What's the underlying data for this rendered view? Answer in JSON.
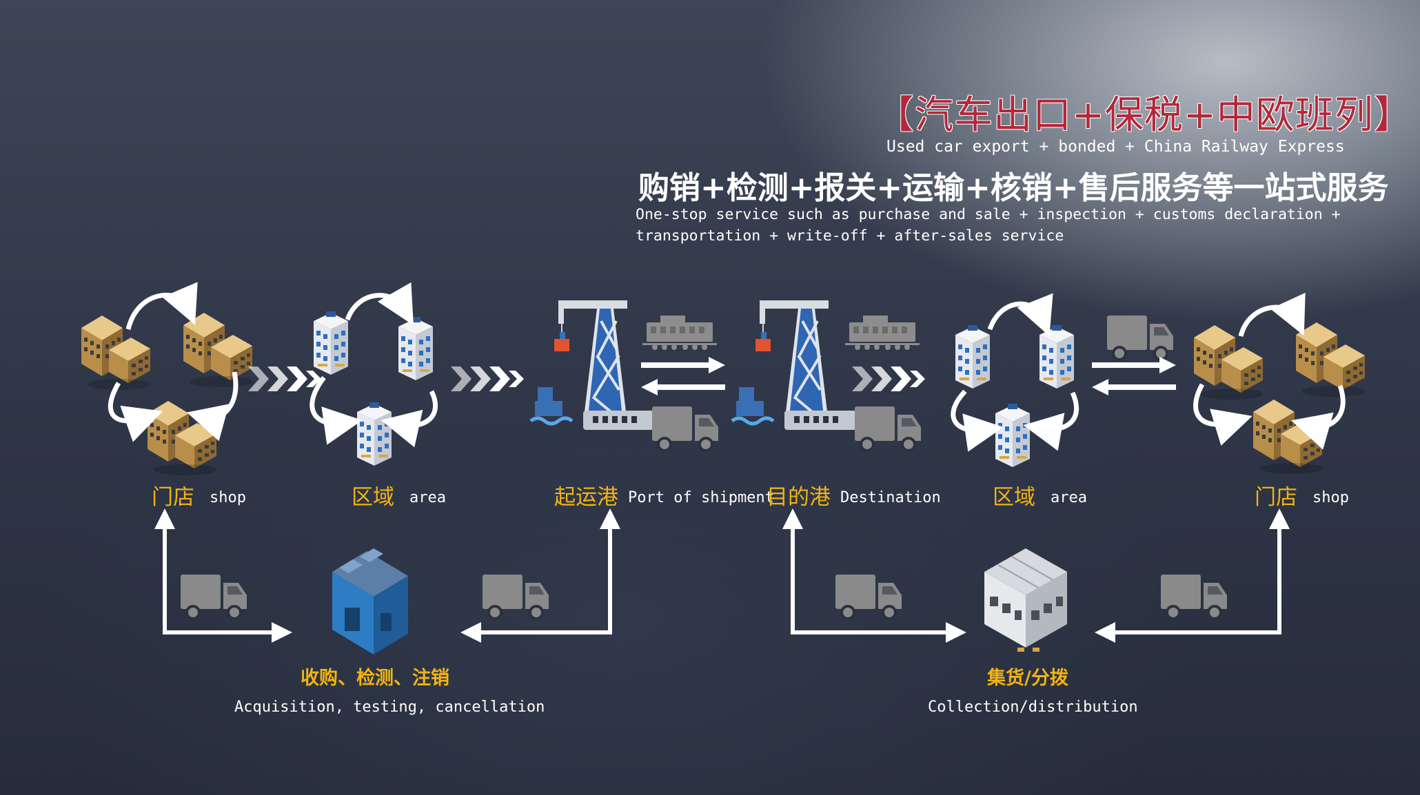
{
  "header": {
    "title_cn": "【汽车出口+保税+中欧班列】",
    "title_en": "Used car export + bonded + China Railway Express",
    "subtitle_cn": "购销+检测+报关+运输+核销+售后服务等一站式服务",
    "subtitle_en": "One-stop service such as purchase and sale + inspection + customs declaration + transportation + write-off + after-sales service"
  },
  "nodes": [
    {
      "cn": "门店",
      "en": "shop"
    },
    {
      "cn": "区域",
      "en": "area"
    },
    {
      "cn": "起运港",
      "en": "Port of shipment"
    },
    {
      "cn": "目的港",
      "en": "Destination"
    },
    {
      "cn": "区域",
      "en": "area"
    },
    {
      "cn": "门店",
      "en": "shop"
    }
  ],
  "hubs": [
    {
      "cn": "收购、检测、注销",
      "en": "Acquisition, testing, cancellation"
    },
    {
      "cn": "集货/分拨",
      "en": "Collection/distribution"
    }
  ],
  "colors": {
    "title": "#b2283a",
    "label_accent": "#f2b315",
    "arrow": "#ffffff",
    "truck": "#8a8a8a",
    "crane": "#d8dde3",
    "container": "#e2532f"
  }
}
